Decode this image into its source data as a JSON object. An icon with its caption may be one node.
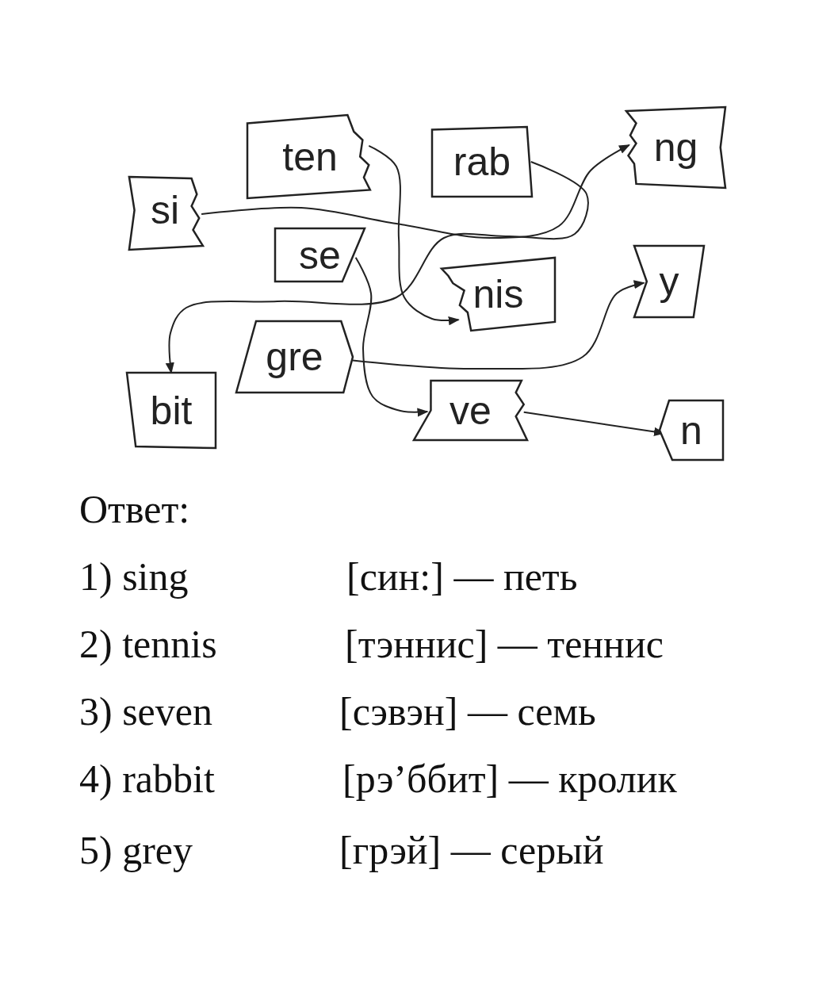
{
  "diagram": {
    "nodes": [
      {
        "text": [
          "si"
        ]
      },
      {
        "text": [
          "ten"
        ]
      },
      {
        "text": [
          "rab"
        ]
      },
      {
        "text": [
          "ng"
        ]
      },
      {
        "text": [
          "se"
        ]
      },
      {
        "text": [
          "nis"
        ]
      },
      {
        "text": [
          "y"
        ]
      },
      {
        "text": [
          "gre"
        ]
      },
      {
        "text": [
          "bit"
        ]
      },
      {
        "text": [
          "ve"
        ]
      },
      {
        "text": [
          "n"
        ]
      }
    ],
    "edges": [
      {
        "from": 0,
        "to": 3,
        "arrow": "to"
      },
      {
        "from": 1,
        "to": 5,
        "arrow": "to"
      },
      {
        "from": 2,
        "to": 8,
        "arrow": "to"
      },
      {
        "from": 4,
        "to": 9,
        "arrow": "to"
      },
      {
        "from": 7,
        "to": 6,
        "arrow": "to"
      },
      {
        "from": 9,
        "to": 10,
        "arrow": "to"
      }
    ],
    "labels": [
      "Ответ:",
      "1) sing",
      "[син:] — петь",
      "2) tennis",
      "[тэннис] — теннис",
      "3) seven",
      "[сэвэн] — семь",
      "4) rabbit",
      "[рэ’ббит] — кролик",
      "5) grey",
      "[грэй] — серый"
    ]
  }
}
